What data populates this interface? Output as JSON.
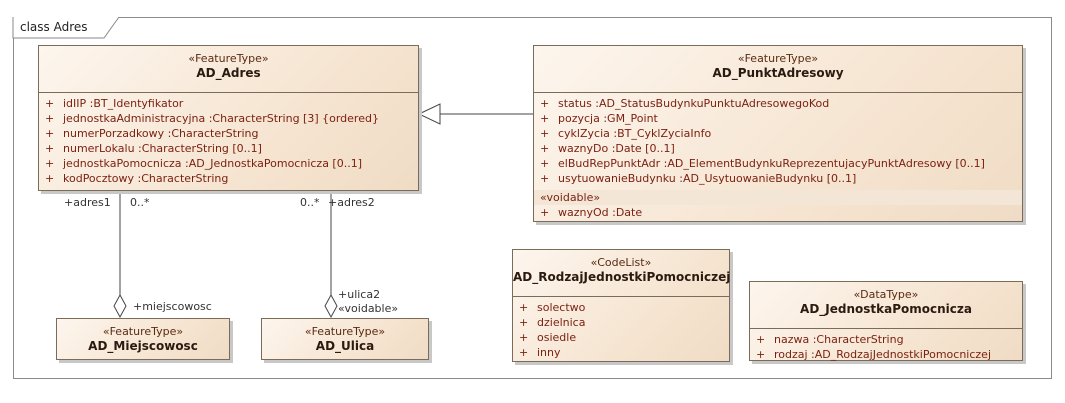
{
  "frame": {
    "label": "class Adres"
  },
  "classes": {
    "ad_adres": {
      "stereotype": "«FeatureType»",
      "name": "AD_Adres",
      "attributes": [
        {
          "vis": "+",
          "text": "idIIP  :BT_Identyfikator"
        },
        {
          "vis": "+",
          "text": "jednostkaAdministracyjna  :CharacterString [3] {ordered}"
        },
        {
          "vis": "+",
          "text": "numerPorzadkowy  :CharacterString"
        },
        {
          "vis": "+",
          "text": "numerLokalu  :CharacterString [0..1]"
        },
        {
          "vis": "+",
          "text": "jednostkaPomocnicza  :AD_JednostkaPomocnicza [0..1]"
        },
        {
          "vis": "+",
          "text": "kodPocztowy  :CharacterString"
        }
      ]
    },
    "ad_punkt": {
      "stereotype": "«FeatureType»",
      "name": "AD_PunktAdresowy",
      "attributes": [
        {
          "vis": "+",
          "text": "status  :AD_StatusBudynkuPunktuAdresowegoKod"
        },
        {
          "vis": "+",
          "text": "pozycja  :GM_Point"
        },
        {
          "vis": "+",
          "text": "cyklZycia  :BT_CyklZyciaInfo"
        },
        {
          "vis": "+",
          "text": "waznyDo  :Date [0..1]"
        },
        {
          "vis": "+",
          "text": "elBudRepPunktAdr  :AD_ElementBudynkuReprezentujacyPunktAdresowy [0..1]"
        },
        {
          "vis": "+",
          "text": "usytuowanieBudynku  :AD_UsytuowanieBudynku [0..1]"
        }
      ],
      "voidable_label": "«voidable»",
      "voidable_attributes": [
        {
          "vis": "+",
          "text": "waznyOd  :Date"
        }
      ]
    },
    "ad_miejscowosc": {
      "stereotype": "«FeatureType»",
      "name": "AD_Miejscowosc"
    },
    "ad_ulica": {
      "stereotype": "«FeatureType»",
      "name": "AD_Ulica"
    },
    "ad_rodzaj": {
      "stereotype": "«CodeList»",
      "name": "AD_RodzajJednostkiPomocniczej",
      "attributes": [
        {
          "vis": "+",
          "text": "solectwo"
        },
        {
          "vis": "+",
          "text": "dzielnica"
        },
        {
          "vis": "+",
          "text": "osiedle"
        },
        {
          "vis": "+",
          "text": "inny"
        }
      ]
    },
    "ad_jednostka": {
      "stereotype": "«DataType»",
      "name": "AD_JednostkaPomocnicza",
      "attributes": [
        {
          "vis": "+",
          "text": "nazwa  :CharacterString"
        },
        {
          "vis": "+",
          "text": "rodzaj  :AD_RodzajJednostkiPomocniczej"
        }
      ]
    }
  },
  "associations": {
    "adres1_role": "+adres1",
    "adres1_mult": "0..*",
    "miejscowosc_role": "+miejscowosc",
    "adres2_mult": "0..*",
    "adres2_role": "+adres2",
    "ulica_role": "+ulica2",
    "ulica_stereo": "«voidable»"
  }
}
